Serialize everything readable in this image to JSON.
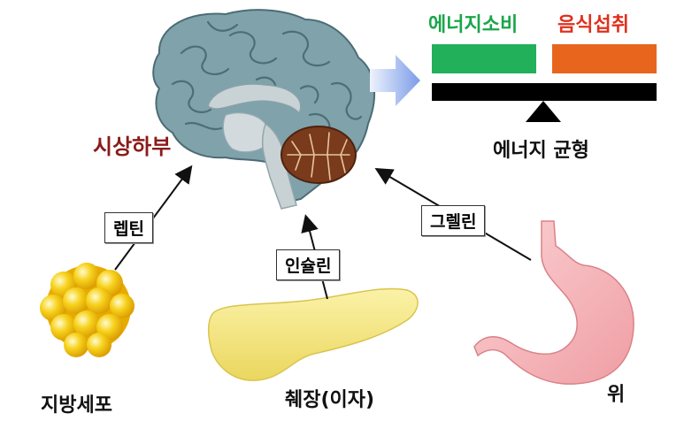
{
  "labels": {
    "hypothalamus": "시상하부",
    "energy_expenditure": "에너지소비",
    "food_intake": "음식섭취",
    "energy_balance": "에너지 균형",
    "leptin": "렙틴",
    "insulin": "인슐린",
    "ghrelin": "그렐린",
    "adipocyte": "지방세포",
    "pancreas": "췌장(이자)",
    "stomach": "위"
  },
  "colors": {
    "hypothalamus": "#8b1a1a",
    "energy_expenditure": "#1aa64a",
    "food_intake": "#e0301e",
    "expenditure_bar": "#22b05a",
    "intake_bar": "#e8651e",
    "beam": "#000000",
    "arrow_gradient_start": "#e8eefc",
    "arrow_gradient_end": "#7c9fe8",
    "brain_cortex": "#7fa2ab",
    "cerebellum": "#7a3a1c",
    "fat": "#f5c518",
    "pancreas": "#f3e27a",
    "stomach": "#f4b4b8"
  },
  "icons": {
    "brain": "brain-icon",
    "adipocyte": "fat-cell-cluster-icon",
    "pancreas": "pancreas-icon",
    "stomach": "stomach-icon",
    "balance": "balance-scale-icon"
  }
}
